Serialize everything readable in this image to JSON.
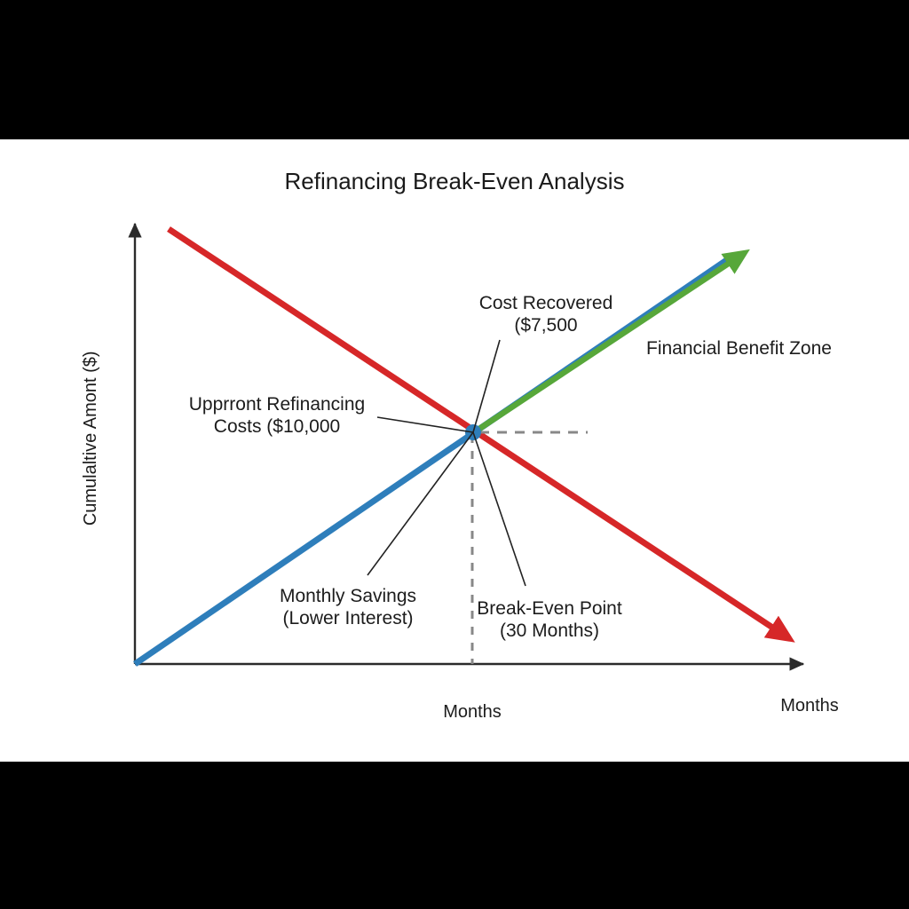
{
  "figure": {
    "title": "Refinancing Break-Even Analysis",
    "background": "#ffffff",
    "letterbox_color": "#000000"
  },
  "axes": {
    "ylabel": "Cumulaltive Amont ($)",
    "xlabel": "Months",
    "xlabel_secondary": "Months",
    "axis_color": "#2b2b2b"
  },
  "annotations": {
    "cost_recovered": "Cost Recovered\n($7,500",
    "benefit_zone": "Financial Benefit Zone",
    "upfront_costs": "Upprront Refinancing\nCosts ($10,000",
    "monthly_savings": "Monthly Savings\n(Lower Interest)",
    "break_even": "Break-Even Point\n(30 Months)"
  },
  "colors": {
    "savings_line": "#2e7ebb",
    "benefit_line": "#57a73a",
    "cost_line": "#d62728",
    "guide_line": "#888888",
    "marker": "#2e7ebb",
    "leader_line": "#222222"
  },
  "chart_data": {
    "type": "line",
    "title": "Refinancing Break-Even Analysis",
    "xlabel": "Months",
    "ylabel": "Cumulaltive Amont ($)",
    "grid": false,
    "legend": "none",
    "xlim": [
      0,
      60
    ],
    "ylim": [
      0,
      15000
    ],
    "annotated_values": {
      "break_even_months": 30,
      "cost_recovered_dollars": 7500,
      "upfront_refinancing_costs_dollars": 10000
    },
    "series": [
      {
        "name": "Monthly Savings (Lower Interest)",
        "color": "#2e7ebb",
        "style": "solid",
        "arrow_end": true,
        "points": [
          {
            "x": 0,
            "y": 0
          },
          {
            "x": 30,
            "y": 7500
          },
          {
            "x": 55,
            "y": 13750
          }
        ]
      },
      {
        "name": "Financial Benefit Zone",
        "color": "#57a73a",
        "style": "solid",
        "arrow_end": true,
        "points": [
          {
            "x": 30,
            "y": 7500
          },
          {
            "x": 55,
            "y": 13900
          }
        ]
      },
      {
        "name": "Upprront Refinancing Costs ($10,000",
        "color": "#d62728",
        "style": "solid",
        "arrow_end": true,
        "points": [
          {
            "x": 3,
            "y": 14600
          },
          {
            "x": 30,
            "y": 7500
          },
          {
            "x": 58,
            "y": 900
          }
        ]
      }
    ],
    "guides": [
      {
        "name": "break-even-vertical",
        "type": "dashed-vertical",
        "x": 30,
        "from_y": 0,
        "to_y": 7500
      },
      {
        "name": "cost-recovered-horizontal",
        "type": "dashed-horizontal",
        "y": 7500,
        "from_x": 30,
        "to_x": 37
      }
    ],
    "markers": [
      {
        "name": "break-even-marker",
        "x": 30,
        "y": 7500,
        "color": "#2e7ebb"
      }
    ]
  }
}
